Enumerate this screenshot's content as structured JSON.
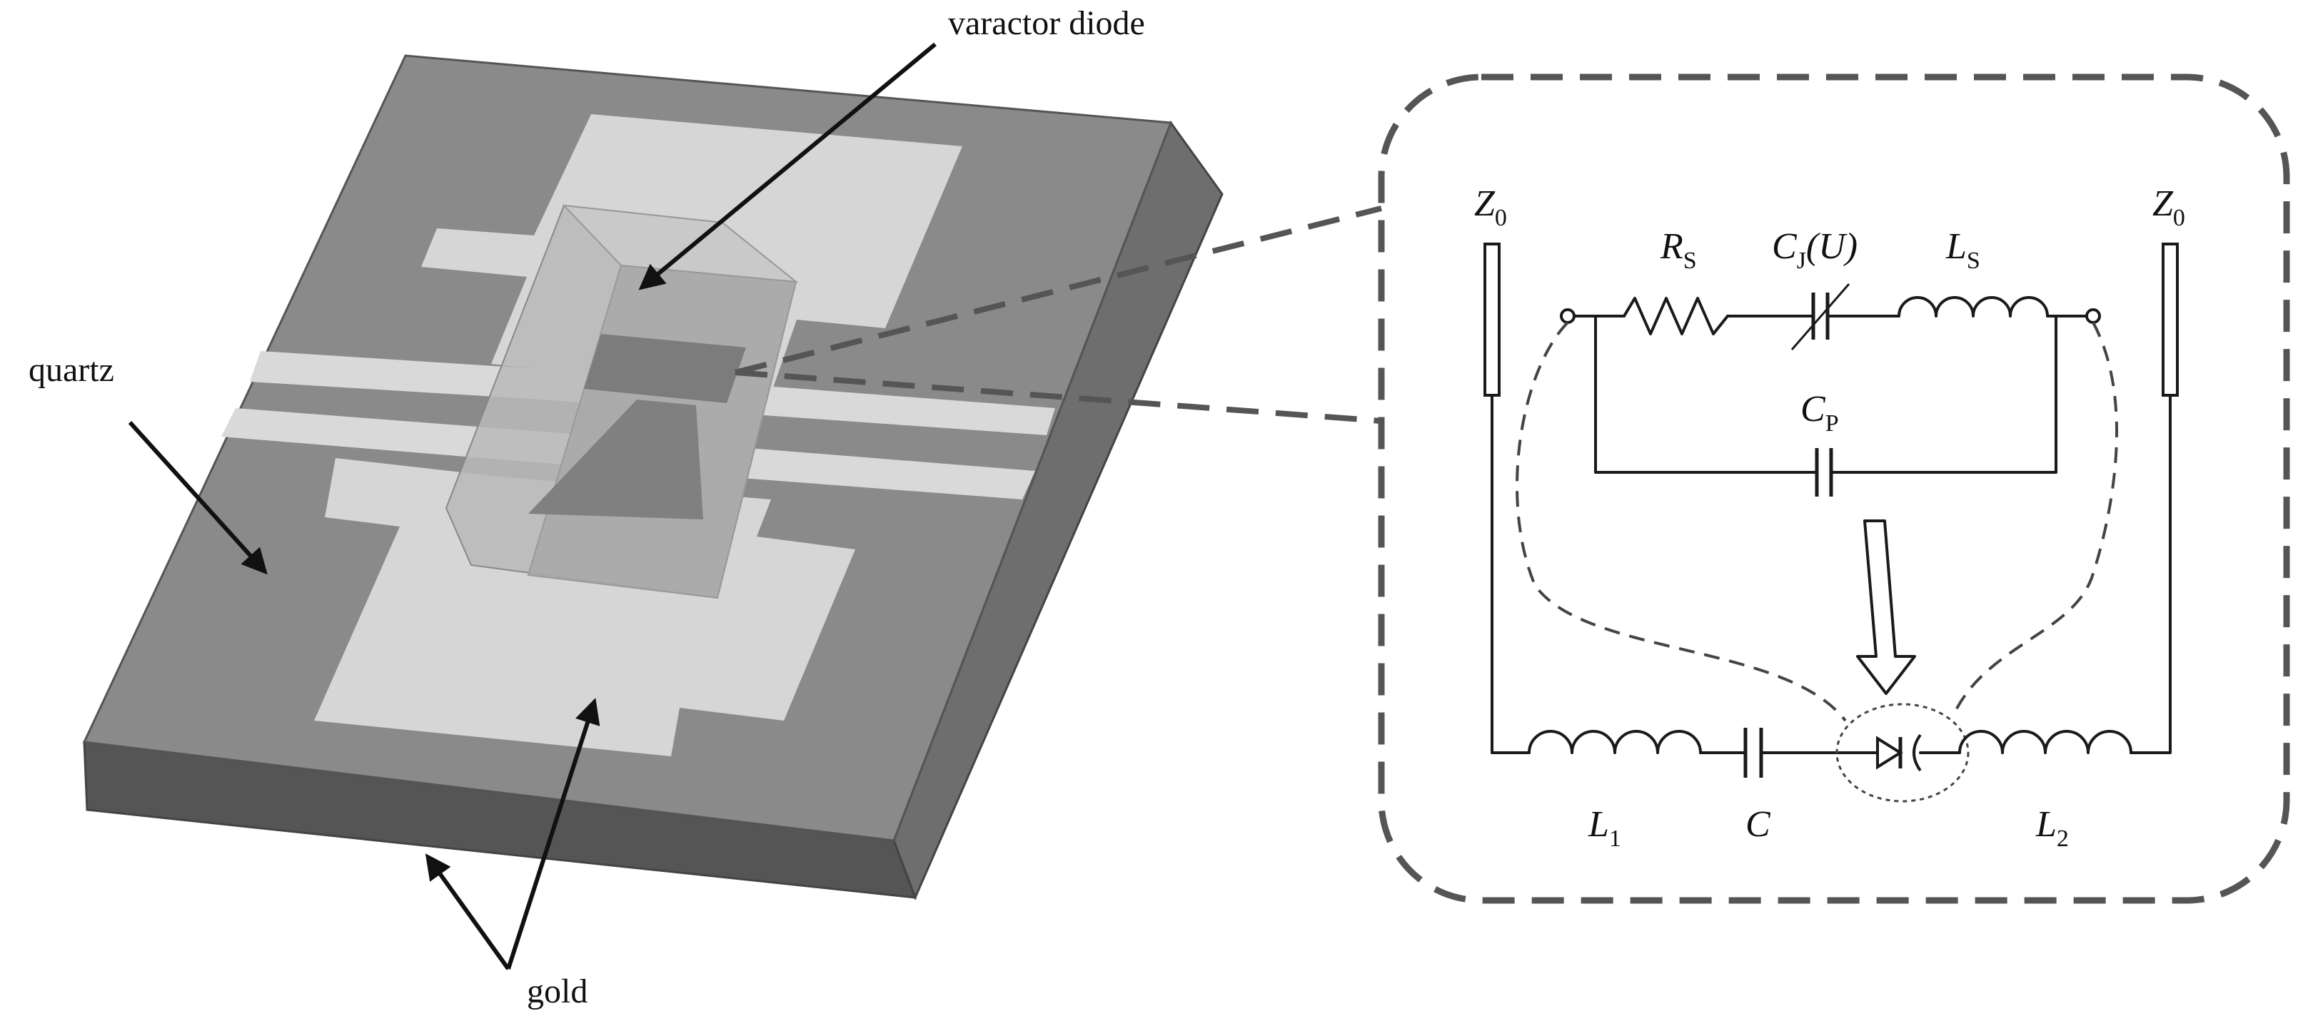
{
  "labels": {
    "varactor": "varactor diode",
    "quartz": "quartz",
    "gold": "gold"
  },
  "circuit": {
    "z0_left_main": "Z",
    "z0_left_sub": "0",
    "z0_right_main": "Z",
    "z0_right_sub": "0",
    "rs_main": "R",
    "rs_sub": "S",
    "cj_main": "C",
    "cj_sub": "J",
    "cj_arg": "(U)",
    "ls_main": "L",
    "ls_sub": "S",
    "cp_main": "C",
    "cp_sub": "P",
    "l1_main": "L",
    "l1_sub": "1",
    "c_main": "C",
    "l2_main": "L",
    "l2_sub": "2"
  },
  "colors": {
    "quartz_top": "#8c8c8c",
    "quartz_side": "#6e6e6e",
    "quartz_front": "#5a5a5a",
    "gold": "#d9d9d9",
    "diode": "#bdbdbd",
    "line": "#1a1a1a"
  }
}
